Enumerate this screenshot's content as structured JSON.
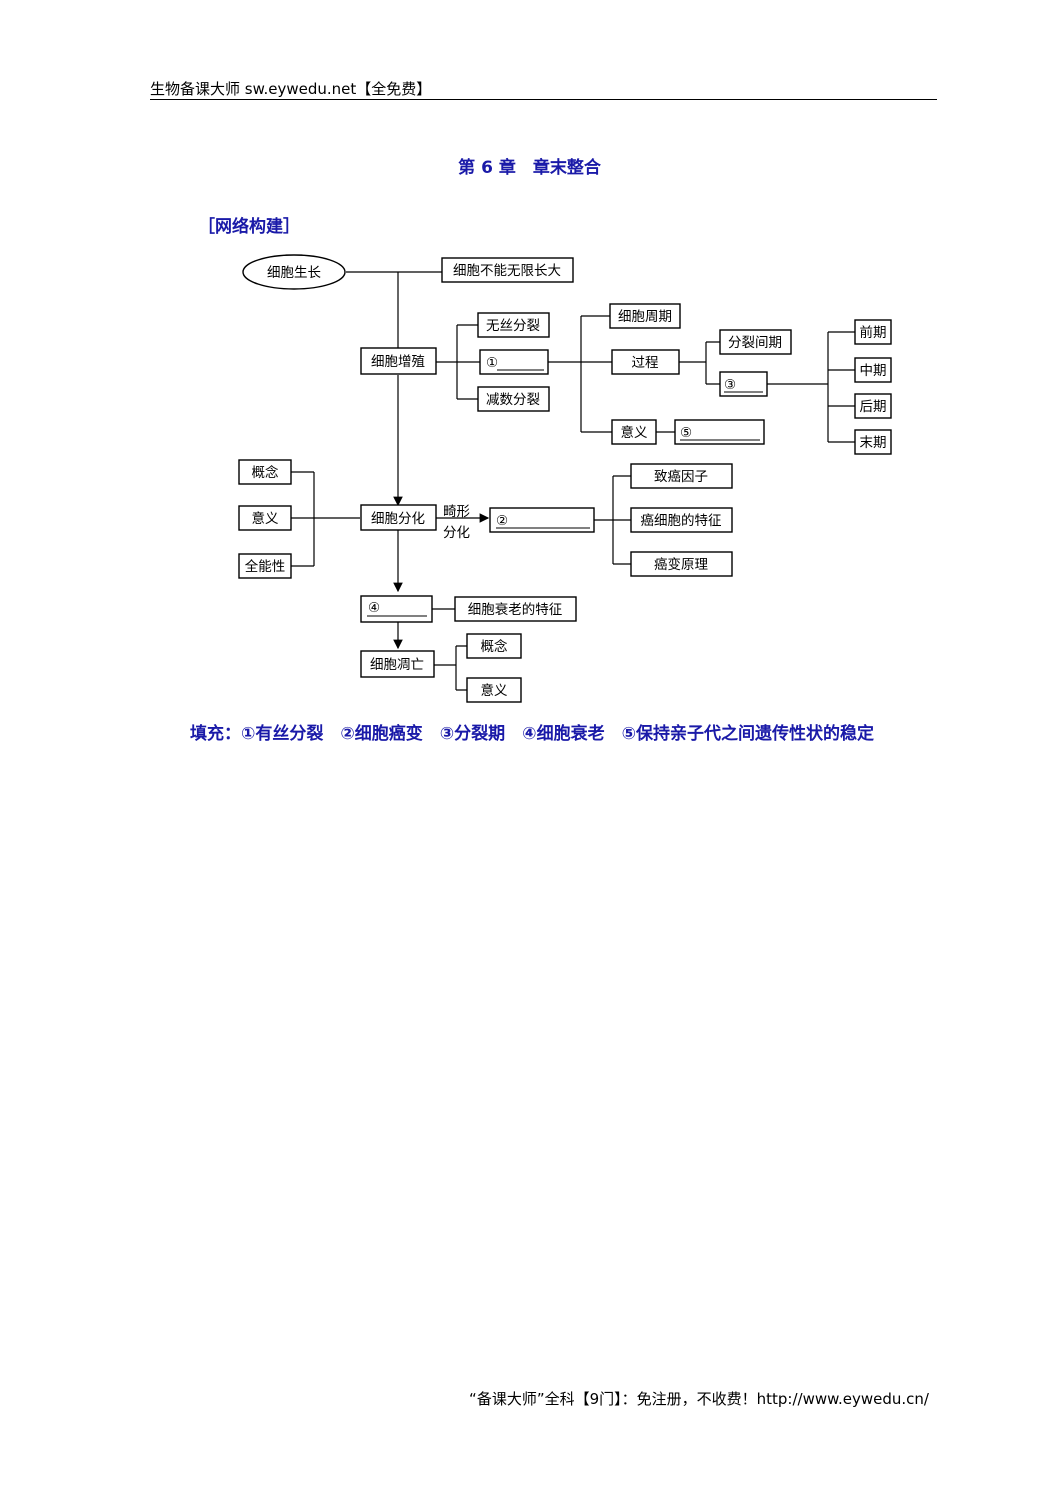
{
  "header": {
    "text": "生物备课大师 sw.eywedu.net【全免费】"
  },
  "title": "第 6 章　章末整合",
  "section_label": "［网络构建］",
  "diagram": {
    "growth": "细胞生长",
    "cannot_grow": "细胞不能无限长大",
    "proliferation": "细胞增殖",
    "amitosis": "无丝分裂",
    "blank1": "①",
    "meiosis": "减数分裂",
    "cycle": "细胞周期",
    "process": "过程",
    "interphase": "分裂间期",
    "blank3": "③",
    "prophase": "前期",
    "metaphase": "中期",
    "anaphase": "后期",
    "telophase": "末期",
    "significance1": "意义",
    "blank5": "⑤",
    "concept1": "概念",
    "significance2": "意义",
    "totipotency": "全能性",
    "differentiation": "细胞分化",
    "abnormal_1": "畸形",
    "abnormal_2": "分化",
    "blank2": "②",
    "carcinogens": "致癌因子",
    "cancer_features": "癌细胞的特征",
    "cancer_principle": "癌变原理",
    "blank4": "④",
    "aging_features": "细胞衰老的特征",
    "apoptosis": "细胞凋亡",
    "concept2": "概念",
    "significance3": "意义"
  },
  "fill_text": "填充：①有丝分裂　②细胞癌变　③分裂期　④细胞衰老　⑤保持亲子代之间遗传性状的稳定",
  "footer": {
    "text": "“备课大师”全科【9门】：免注册，不收费！http://www.eywedu.cn/"
  }
}
